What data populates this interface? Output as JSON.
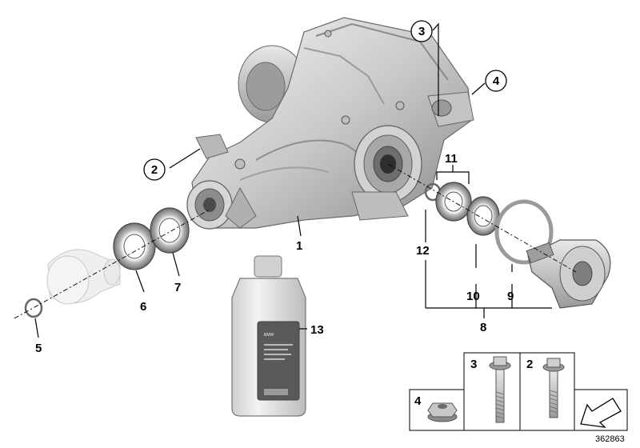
{
  "callouts": {
    "c1": "1",
    "c2": "2",
    "c3": "3",
    "c4": "4",
    "c5": "5",
    "c6": "6",
    "c7": "7",
    "c8": "8",
    "c9": "9",
    "c10": "10",
    "c11": "11",
    "c12": "12",
    "c13": "13"
  },
  "fastener_table": {
    "cell_4": "4",
    "cell_3": "3",
    "cell_2": "2"
  },
  "oil_bottle": {
    "label_text": "BMW"
  },
  "reference_number": "362863",
  "colors": {
    "metal_light": "#e6e6e6",
    "metal_mid": "#bdbdbd",
    "metal_dark": "#7a7a7a",
    "line": "#000000"
  }
}
